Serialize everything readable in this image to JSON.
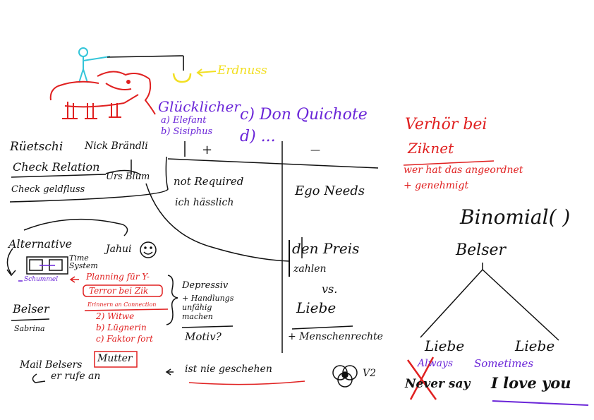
{
  "colors": {
    "ink": "#111111",
    "red": "#e02020",
    "violet": "#6a25d8",
    "yellow": "#f2df22",
    "cyan": "#33c5d9"
  },
  "top": {
    "erdnuss": "Erdnuss",
    "gluecklicher": "Glücklicher",
    "elefant": "a) Elefant",
    "sisiphus": "b) Sisiphus",
    "don_quichote": "c) Don Quichote",
    "d_dots": "d) ..."
  },
  "left": {
    "ruetschi": "Rüetschi",
    "nick": "Nick Brändli",
    "check_relation": "Check Relation",
    "urs_blum": "Urs Blum",
    "check_geldfluss": "Check geldfluss",
    "alternative": "Alternative",
    "time_system": "Time System",
    "jahui": "Jahui",
    "schummel": "Schummel",
    "planning": "Planning für Y-",
    "terror": "Terror bei Zik",
    "connection": "Erinnern an Connection",
    "witwe": "2) Witwe",
    "luegnerin": "b) Lügnerin",
    "faktor": "c) Faktor fort",
    "belser": "Belser",
    "sabrina": "Sabrina",
    "depressiv": "Depressiv",
    "handlungs": "+ Handlungs unfähig machen",
    "motiv": "Motiv?",
    "mail": "Mail Belsers",
    "mutter": "Mutter",
    "er_rufe": "er rufe an",
    "ist_nie": "ist nie geschehen",
    "v2": "V2"
  },
  "table": {
    "plus": "+",
    "minus": "—",
    "not_required": "not Required",
    "haesslich": "ich hässlich",
    "ego_needs": "Ego Needs",
    "den_preis": "den Preis",
    "zahlen": "zahlen",
    "vs": "vs.",
    "liebe": "Liebe",
    "menschenrechte": "+ Menschenrechte"
  },
  "right": {
    "verhoer": "Verhör bei",
    "ziknet": "Ziknet",
    "wer_hat": "wer hat das angeordnet",
    "genehmigt": "+ genehmigt",
    "binomial": "Binomial( )",
    "belser": "Belser",
    "liebe_left": "Liebe",
    "liebe_right": "Liebe",
    "always": "Always",
    "sometimes": "Sometimes",
    "never_say": "Never say",
    "i_love_you": "I love you"
  }
}
